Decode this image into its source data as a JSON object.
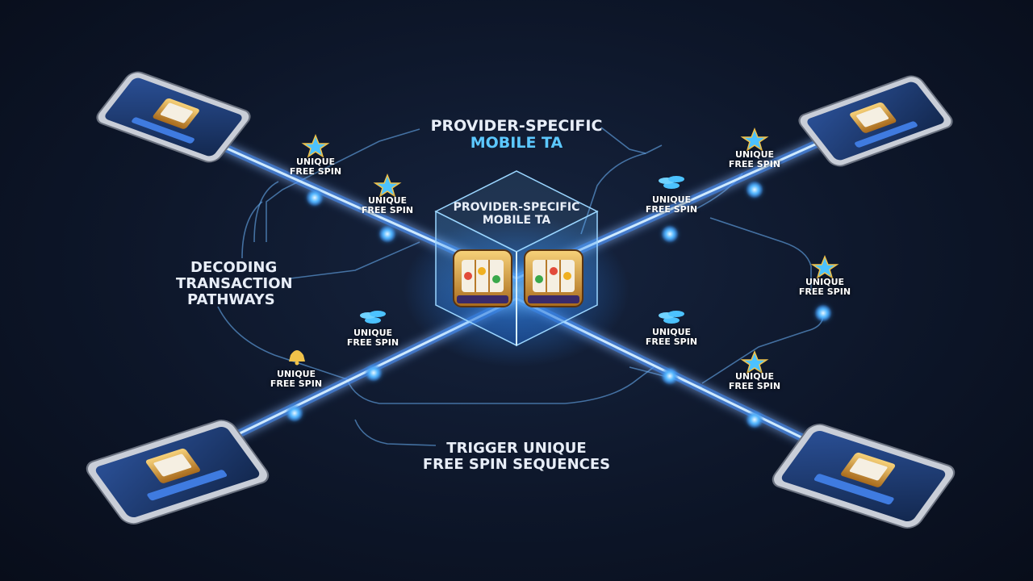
{
  "top_label": {
    "line1": "PROVIDER-SPECIFIC",
    "line2": "MOBILE TA"
  },
  "cube_label": {
    "line1": "PROVIDER-SPECIFIC",
    "line2": "MOBILE TA"
  },
  "left_label": {
    "line1": "DECODING",
    "line2": "TRANSACTION",
    "line3": "PATHWAYS"
  },
  "bottom_label": {
    "line1": "TRIGGER UNIQUE",
    "line2": "FREE SPIN SEQUENCES"
  },
  "nodes": [
    {
      "line1": "UNIQUE",
      "line2": "FREE SPIN",
      "icon": "star-icon"
    },
    {
      "line1": "UNIQUE",
      "line2": "FREE SPIN",
      "icon": "star-icon"
    },
    {
      "line1": "UNIQUE",
      "line2": "FREE SPIN",
      "icon": "coins-icon"
    },
    {
      "line1": "UNIQUE",
      "line2": "FREE SPIN",
      "icon": "bell-icon"
    },
    {
      "line1": "UNIQUE",
      "line2": "FREE SPIN",
      "icon": "star-icon"
    },
    {
      "line1": "UNIQUE",
      "line2": "FREE SPIN",
      "icon": "coins-icon"
    },
    {
      "line1": "UNIQUE",
      "line2": "FREE SPIN",
      "icon": "star-icon"
    },
    {
      "line1": "UNIQUE",
      "line2": "FREE SPIN",
      "icon": "coins-icon"
    },
    {
      "line1": "UNIQUE",
      "line2": "FREE SPIN",
      "icon": "star-icon"
    }
  ],
  "colors": {
    "path_glow": "#3aa6ff",
    "path_core": "#cfeaff",
    "accent_text": "#5cc8ff",
    "background": "#0d1629"
  }
}
